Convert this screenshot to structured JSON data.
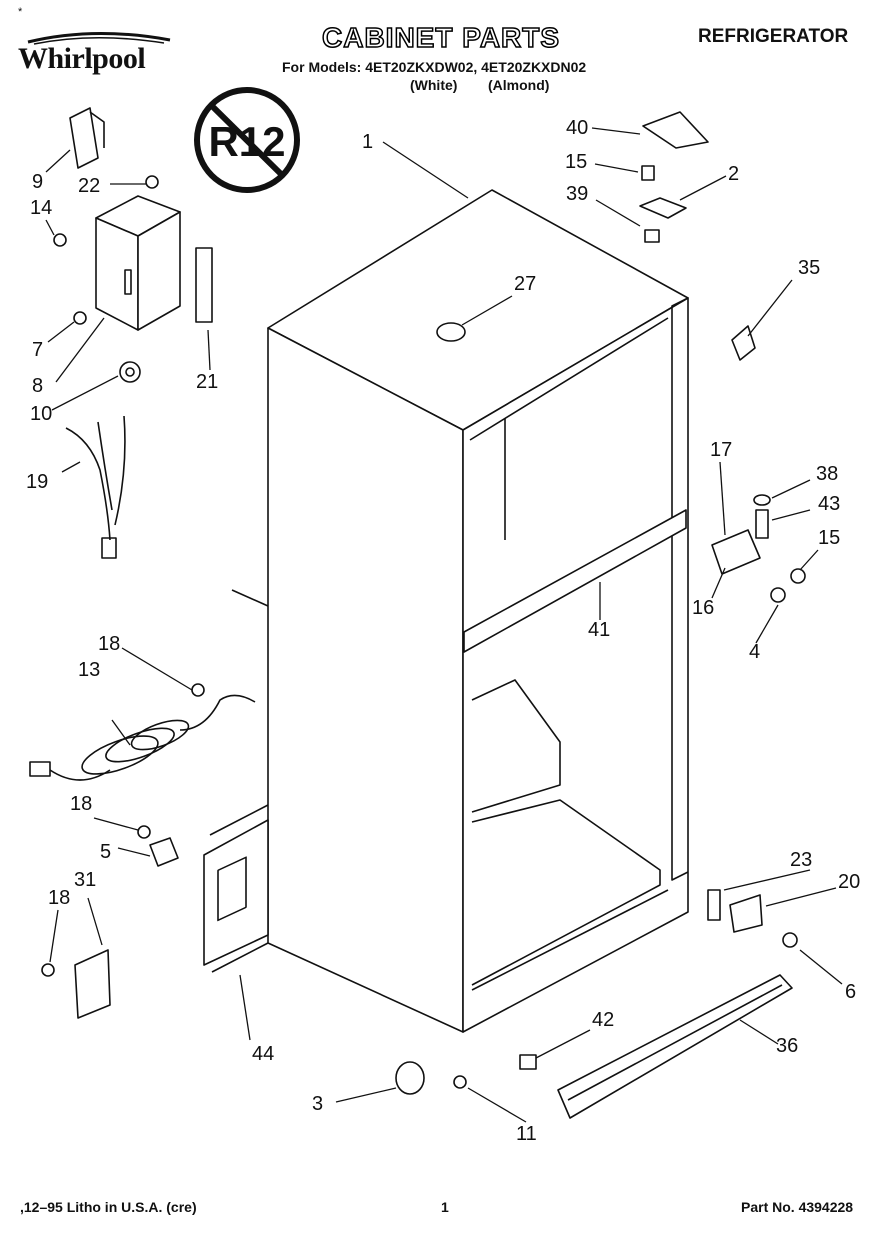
{
  "header": {
    "brand": "Whirlpool",
    "title": "CABINET PARTS",
    "category": "REFRIGERATOR",
    "models_line": "For Models: 4ET20ZKXDW02, 4ET20ZKXDN02",
    "variant_white": "(White)",
    "variant_almond": "(Almond)",
    "corner_mark": "*"
  },
  "badge": {
    "text": "R12"
  },
  "callouts": [
    "1",
    "2",
    "3",
    "4",
    "5",
    "6",
    "7",
    "8",
    "9",
    "10",
    "11",
    "13",
    "14",
    "15",
    "15",
    "16",
    "17",
    "18",
    "18",
    "18",
    "19",
    "20",
    "21",
    "22",
    "23",
    "27",
    "31",
    "35",
    "36",
    "38",
    "39",
    "40",
    "41",
    "42",
    "43",
    "44"
  ],
  "footer": {
    "left": ",12–95 Litho in U.S.A. (cre)",
    "page": "1",
    "part_no": "Part No. 4394228"
  },
  "colors": {
    "ink": "#111111",
    "paper": "#ffffff"
  }
}
